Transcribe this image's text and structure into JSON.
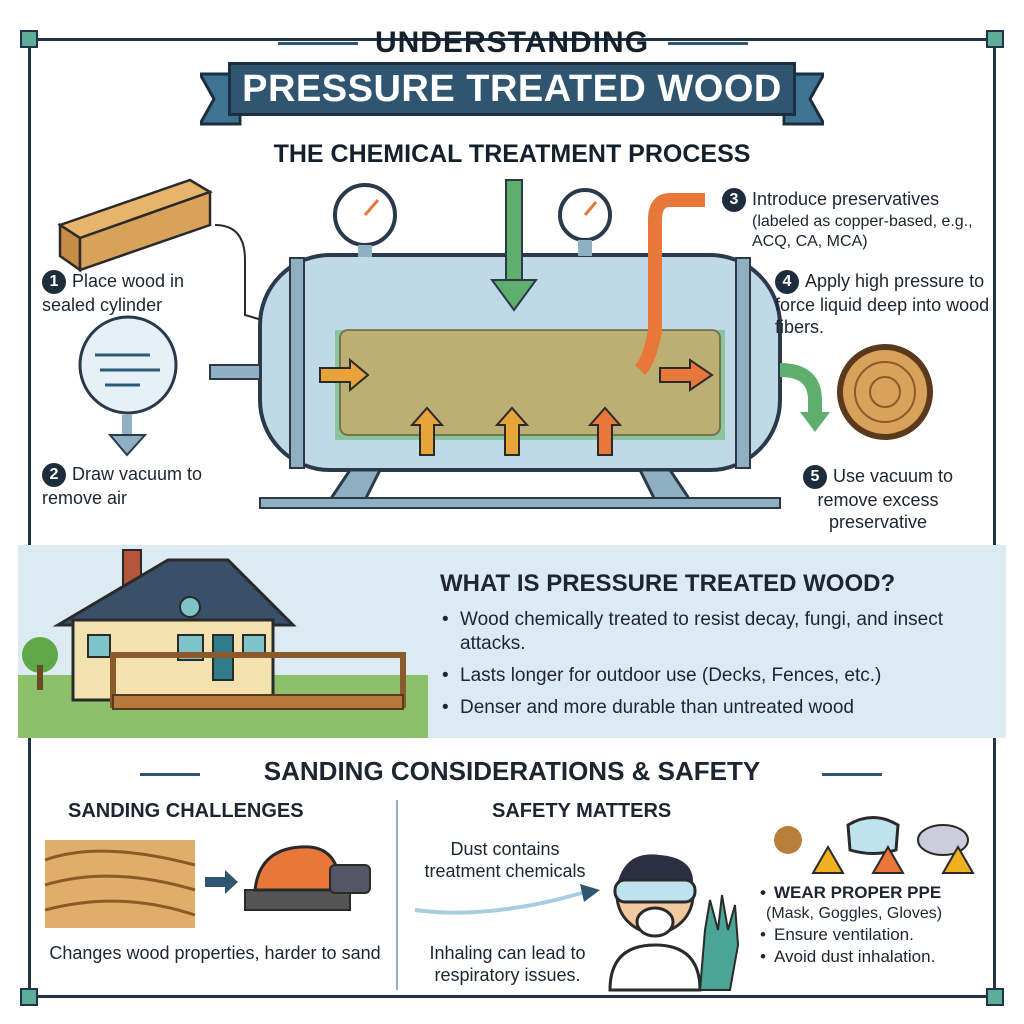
{
  "header": {
    "kicker": "UNDERSTANDING",
    "title": "PRESSURE TREATED WOOD",
    "subtitle": "THE CHEMICAL TREATMENT PROCESS"
  },
  "steps": [
    {
      "num": "1",
      "text": "Place wood in sealed cylinder"
    },
    {
      "num": "2",
      "text": "Draw vacuum to remove air"
    },
    {
      "num": "3",
      "text": "Introduce preservatives",
      "detail": "(labeled as copper-based, e.g., ACQ, CA, MCA)"
    },
    {
      "num": "4",
      "text": "Apply high pressure to force liquid deep into wood fibers."
    },
    {
      "num": "5",
      "text": "Use vacuum to remove excess preservative"
    }
  ],
  "what": {
    "title": "WHAT IS PRESSURE TREATED WOOD?",
    "items": [
      "Wood chemically treated to resist decay, fungi, and insect attacks.",
      "Lasts longer for outdoor use (Decks, Fences, etc.)",
      "Denser and more durable than untreated wood"
    ]
  },
  "safety_section": {
    "title": "SANDING CONSIDERATIONS & SAFETY",
    "challenges": {
      "title": "SANDING CHALLENGES",
      "caption": "Changes wood properties, harder to sand"
    },
    "matters": {
      "title": "SAFETY MATTERS",
      "dust": "Dust contains treatment chemicals",
      "inhale": "Inhaling can lead to respiratory issues."
    },
    "ppe": {
      "title": "WEAR PROPER PPE",
      "detail": "(Mask, Goggles, Gloves)",
      "items": [
        "Ensure ventilation.",
        "Avoid dust inhalation."
      ]
    }
  },
  "colors": {
    "navy": "#1e2d3c",
    "banner": "#2f5570",
    "band": "#dcebf1",
    "wood": "#d9a25a",
    "liquid": "#7dbf8e",
    "orange": "#e8773a",
    "green": "#5fae6e"
  }
}
